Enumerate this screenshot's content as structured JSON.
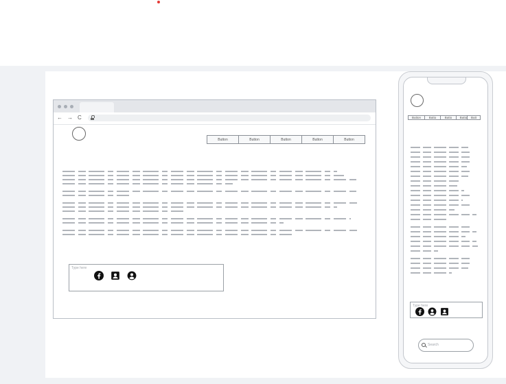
{
  "desktop": {
    "buttons": [
      "Button",
      "Button",
      "Button",
      "Button",
      "Button"
    ],
    "input_placeholder": "Type here",
    "icons": [
      "facebook-icon",
      "contact-card-icon",
      "user-account-icon"
    ]
  },
  "mobile": {
    "buttons": [
      "Button",
      "Butto",
      "Butto",
      "Butto",
      "Butt"
    ],
    "input_placeholder": "Type here",
    "icons": [
      "facebook-icon",
      "user-account-icon",
      "contact-card-icon"
    ],
    "search_placeholder": "Search"
  },
  "colors": {
    "canvas": "#f0f2f5",
    "accent_dot": "#e53935",
    "placeholder_line": "#b0b4ba"
  }
}
